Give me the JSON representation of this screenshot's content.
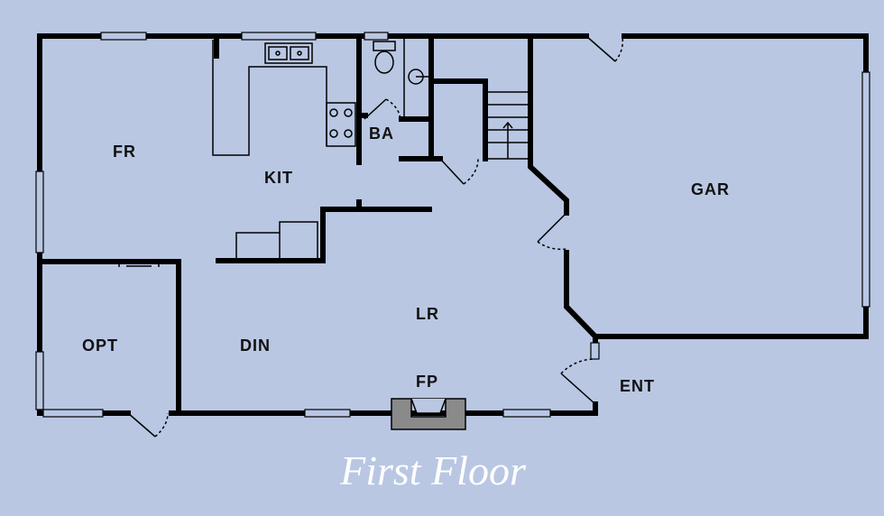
{
  "title": "First Floor",
  "rooms": {
    "fr": "FR",
    "kit": "KIT",
    "ba": "BA",
    "gar": "GAR",
    "lr": "LR",
    "opt": "OPT",
    "din": "DIN",
    "fp": "FP",
    "ent": "ENT"
  },
  "colors": {
    "background": "#b9c7e3",
    "walls": "#000000",
    "fireplace": "#8a8a8a",
    "title": "#ffffff"
  }
}
